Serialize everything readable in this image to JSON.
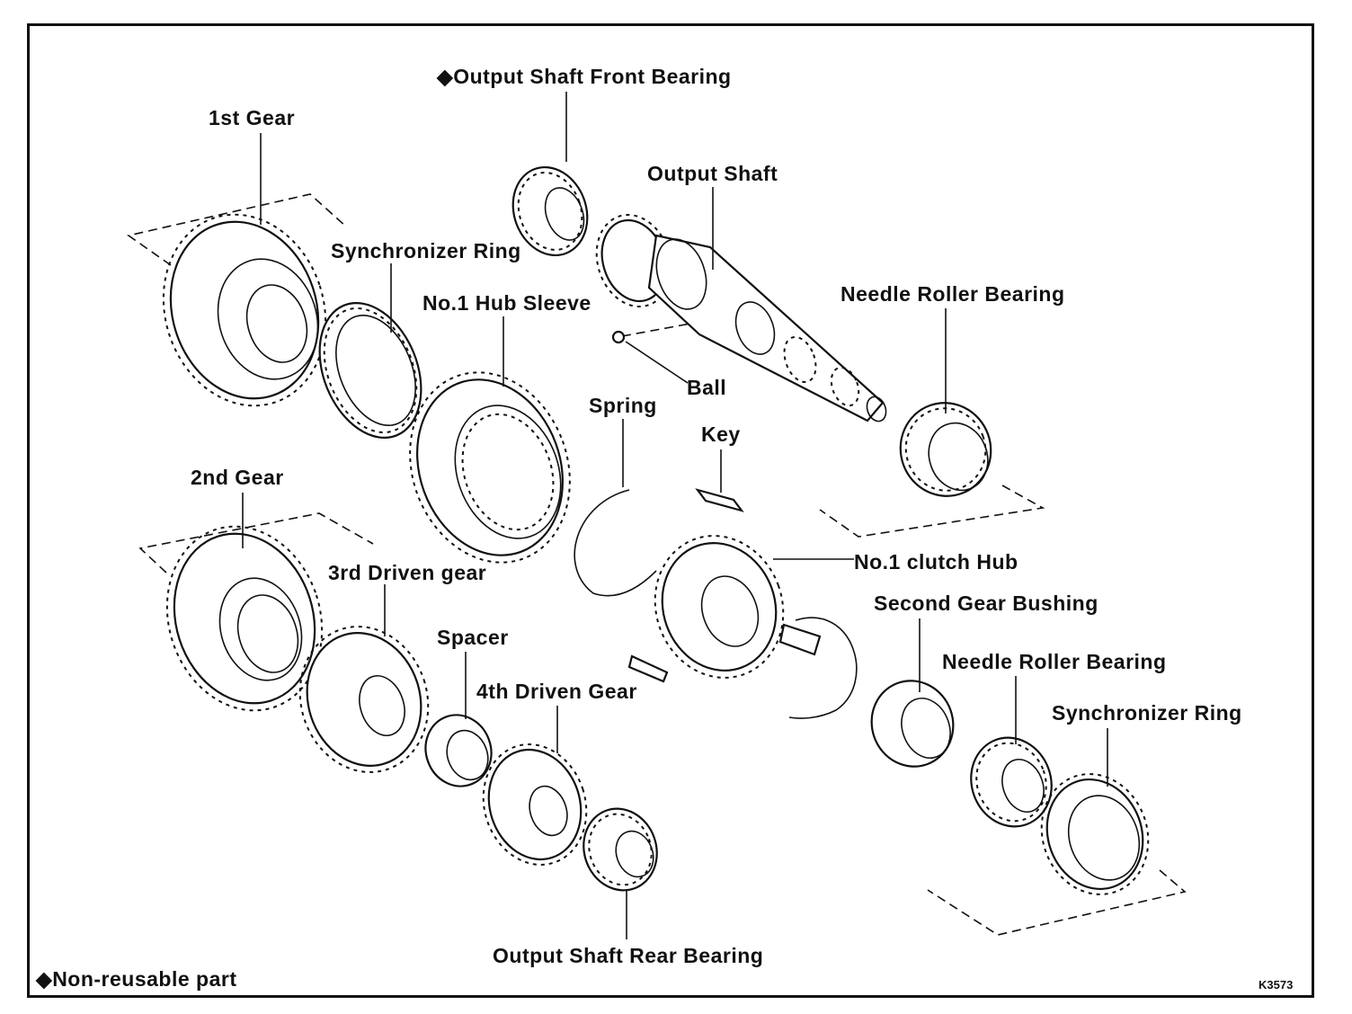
{
  "labels": {
    "output_shaft_front_bearing": "◆Output Shaft Front Bearing",
    "first_gear": "1st Gear",
    "output_shaft": "Output Shaft",
    "synchronizer_ring_top": "Synchronizer Ring",
    "hub_sleeve": "No.1 Hub Sleeve",
    "needle_roller_bearing_top": "Needle Roller Bearing",
    "ball": "Ball",
    "spring": "Spring",
    "key": "Key",
    "second_gear": "2nd Gear",
    "clutch_hub": "No.1 clutch Hub",
    "third_driven_gear": "3rd Driven gear",
    "second_gear_bushing": "Second Gear Bushing",
    "spacer": "Spacer",
    "needle_roller_bearing_bottom": "Needle Roller Bearing",
    "fourth_driven_gear": "4th Driven Gear",
    "synchronizer_ring_bottom": "Synchronizer Ring",
    "output_shaft_rear_bearing": "Output Shaft Rear Bearing",
    "legend": "◆Non-reusable part",
    "figure_code": "K3573"
  }
}
